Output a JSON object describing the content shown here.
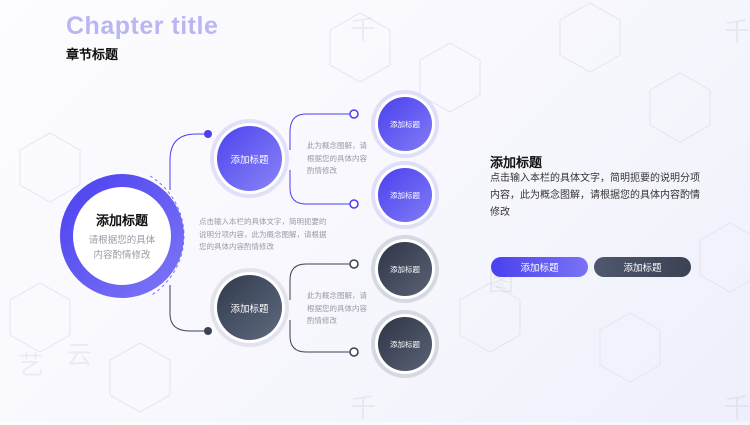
{
  "header": {
    "chapter_en": "Chapter title",
    "chapter_cn": "章节标题"
  },
  "watermark": [
    "千",
    "千",
    "图",
    "云",
    "艺",
    "千",
    "千",
    "图"
  ],
  "diagram": {
    "main": {
      "title": "添加标题",
      "subtitle": "请根据您的具体内容酌情修改"
    },
    "branches": [
      {
        "label": "添加标题",
        "note": [
          "此为概念图解，请",
          "根据您的具体内容",
          "酌情修改"
        ],
        "leaves": [
          "添加标题",
          "添加标题"
        ]
      },
      {
        "label": "添加标题",
        "note": [
          "此为概念图解，请",
          "根据您的具体内容",
          "酌情修改"
        ],
        "leaves": [
          "添加标题",
          "添加标题"
        ]
      }
    ],
    "center_note": [
      "点击输入本栏的具体文字，简明扼要的",
      "说明分项内容，此为概念图解，请根据",
      "您的具体内容酌情修改"
    ]
  },
  "panel": {
    "title": "添加标题",
    "body": "点击输入本栏的具体文字，简明扼要的说明分项内容，此为概念图解，请根据您的具体内容酌情修改",
    "buttons": [
      {
        "label": "添加标题"
      },
      {
        "label": "添加标题"
      }
    ]
  },
  "colors": {
    "accent_blue": "#4b3ff0",
    "accent_dark": "#3a4254",
    "title_en": "#b9b7f3"
  }
}
